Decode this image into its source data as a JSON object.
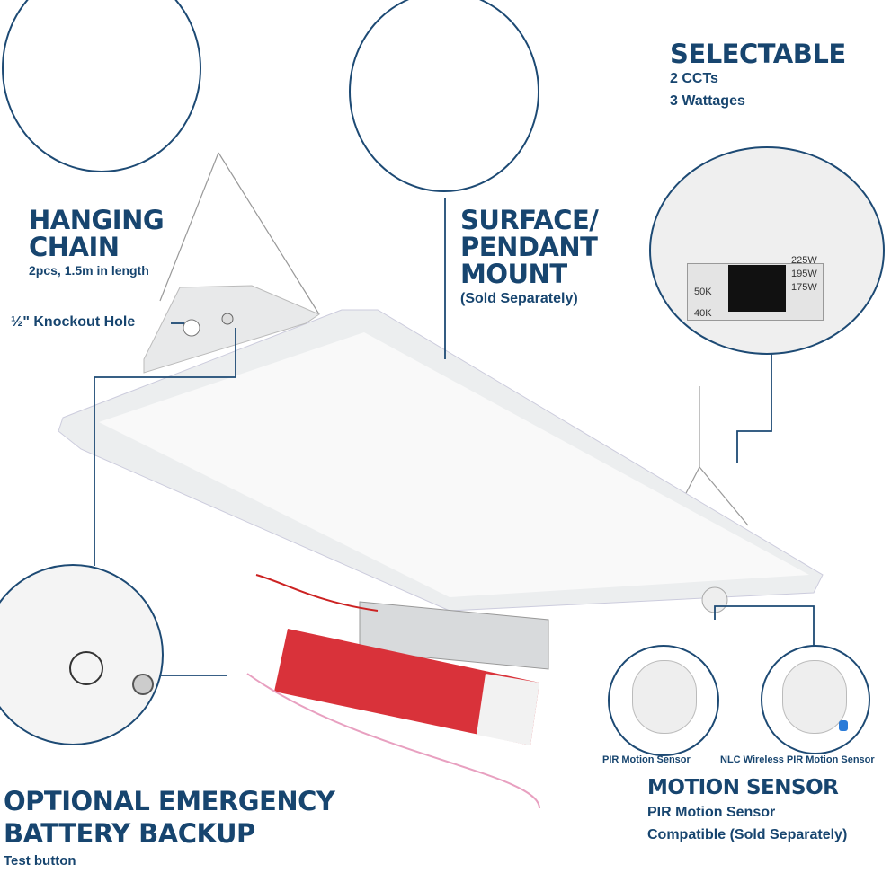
{
  "selectable": {
    "title": "SELECTABLE",
    "lines": [
      "2 CCTs",
      "3 Wattages"
    ]
  },
  "switch_labels": {
    "cct": [
      "50K",
      "40K"
    ],
    "watt": [
      "225W",
      "195W",
      "175W"
    ]
  },
  "hanging": {
    "title_lines": [
      "HANGING",
      "CHAIN"
    ],
    "sub": "2pcs, 1.5m in length"
  },
  "knockout": "½\" Knockout Hole",
  "mount": {
    "title_lines": [
      "SURFACE/",
      "PENDANT",
      "MOUNT"
    ],
    "sub": "(Sold Separately)"
  },
  "emergency": {
    "title_lines": [
      "OPTIONAL EMERGENCY",
      "BATTERY BACKUP"
    ],
    "sub": "Test button"
  },
  "sensors": {
    "left": "PIR Motion Sensor",
    "right": "NLC Wireless PIR Motion Sensor"
  },
  "motion": {
    "title": "MOTION SENSOR",
    "lines": [
      "PIR Motion Sensor",
      "Compatible (Sold Separately)"
    ]
  },
  "colors": {
    "navy": "#17456f",
    "battery_red": "#d9323a"
  }
}
